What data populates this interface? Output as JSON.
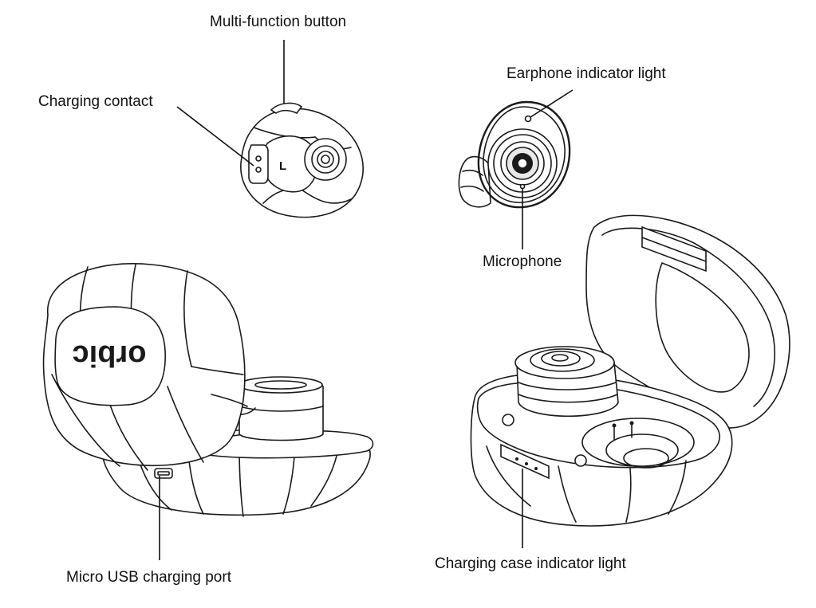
{
  "callouts": {
    "multi_function_button": "Multi-function button",
    "charging_contact": "Charging contact",
    "earphone_indicator_light": "Earphone indicator light",
    "microphone": "Microphone",
    "micro_usb_charging_port": "Micro USB charging port",
    "charging_case_indicator_light": "Charging case indicator light"
  },
  "earbud_marks": {
    "left_letter": "L"
  },
  "brand_logo_text": "orbic",
  "colors": {
    "line": "#1a1a1a",
    "background": "#ffffff"
  }
}
